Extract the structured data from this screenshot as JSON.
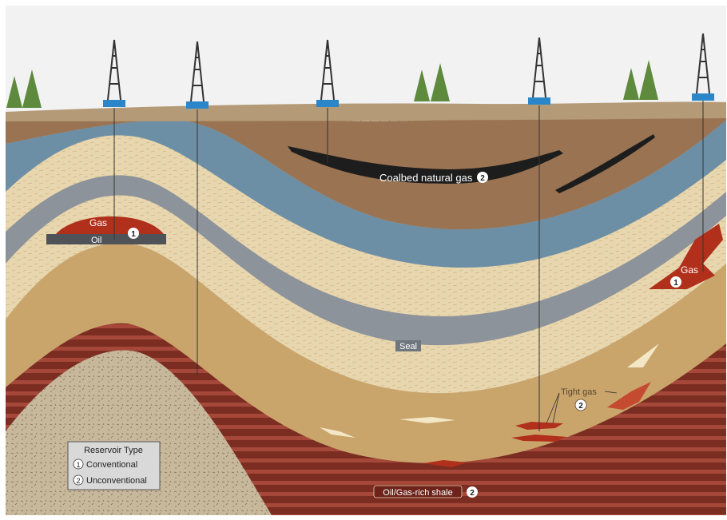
{
  "labels": {
    "coalbed": "Coalbed natural gas",
    "coalbed_marker": "2",
    "gas_left": "Gas",
    "gas_left_marker": "1",
    "oil": "Oil",
    "gas_right": "Gas",
    "gas_right_marker": "1",
    "seal": "Seal",
    "tight_gas": "Tight gas",
    "tight_gas_marker": "2",
    "shale": "Oil/Gas-rich shale",
    "shale_marker": "2"
  },
  "legend": {
    "title": "Reservoir Type",
    "items": [
      {
        "marker": "1",
        "label": "Conventional"
      },
      {
        "marker": "2",
        "label": "Unconventional"
      }
    ]
  },
  "colors": {
    "sky": "#f2f2f2",
    "topsoil": "#b49a76",
    "brown_layer": "#9a7352",
    "blue_layer": "#6d8fa6",
    "sand_layer": "#e8d6ae",
    "gray_seal": "#8c939b",
    "ochre_layer": "#c9a56b",
    "shale_red": "#8e3a2a",
    "basement": "#c9b99c",
    "gas_red": "#b0301c",
    "rig_blue": "#2a86c8"
  }
}
